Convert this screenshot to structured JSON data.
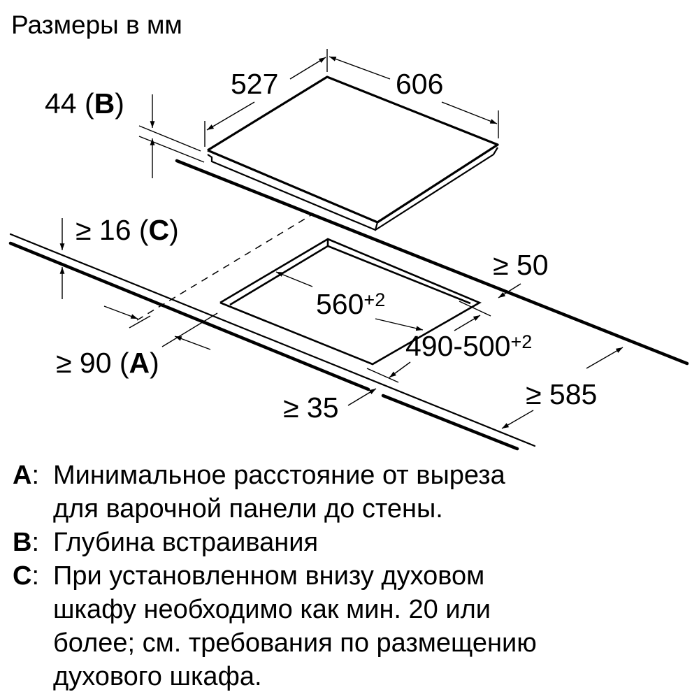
{
  "title": "Размеры в мм",
  "dimensions": {
    "hob_depth": "527",
    "hob_width": "606",
    "installation_depth_value": "44",
    "installation_depth_letter": "B",
    "min_worktop_thickness_sym": "≥ 16",
    "min_worktop_thickness_letter": "C",
    "cutout_width": "560",
    "cutout_width_tol": "+2",
    "cutout_depth": "490-500",
    "cutout_depth_tol": "+2",
    "min_rear_distance": "≥ 50",
    "min_wall_distance_sym": "≥ 90",
    "min_wall_distance_letter": "A",
    "min_front_distance": "≥ 35",
    "min_worktop_depth": "≥ 585"
  },
  "legend": [
    {
      "key": "A",
      "lines": [
        "Минимальное расстояние от выреза",
        "для варочной панели до стены."
      ]
    },
    {
      "key": "B",
      "lines": [
        "Глубина встраивания"
      ]
    },
    {
      "key": "C",
      "lines": [
        "При установленном внизу духовом",
        "шкафу необходимо как мин. 20 или",
        "более; см. требования по размещению",
        "духового шкафа."
      ]
    }
  ]
}
